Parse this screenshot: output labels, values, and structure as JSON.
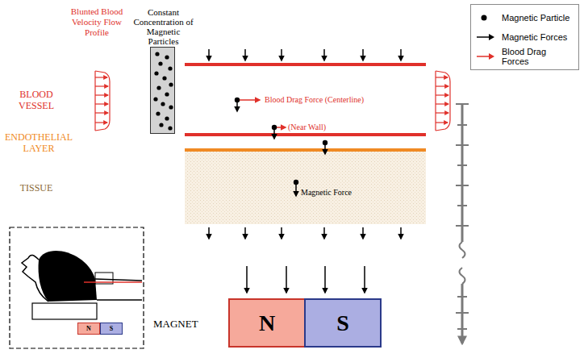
{
  "diagram": {
    "nodes": [
      {
        "text": [
          "Constant Concentration of Magnetic Particles"
        ]
      },
      {
        "text": [
          "N"
        ]
      },
      {
        "text": [
          "S"
        ]
      },
      {
        "text": [
          "N"
        ]
      },
      {
        "text": [
          "S"
        ]
      }
    ],
    "labels": [
      "Blunted Blood Velocity Flow Profile",
      "BLOOD VESSEL",
      "ENDOTHELIAL LAYER",
      "TISSUE",
      "Blood Drag Force (Centerline)",
      "(Near Wall)",
      "Magnetic Force",
      "MAGNET"
    ],
    "legend": [
      {
        "text": "Magnetic Particle"
      },
      {
        "text": "Magnetic Forces"
      },
      {
        "text": "Blood Drag Forces"
      }
    ]
  }
}
